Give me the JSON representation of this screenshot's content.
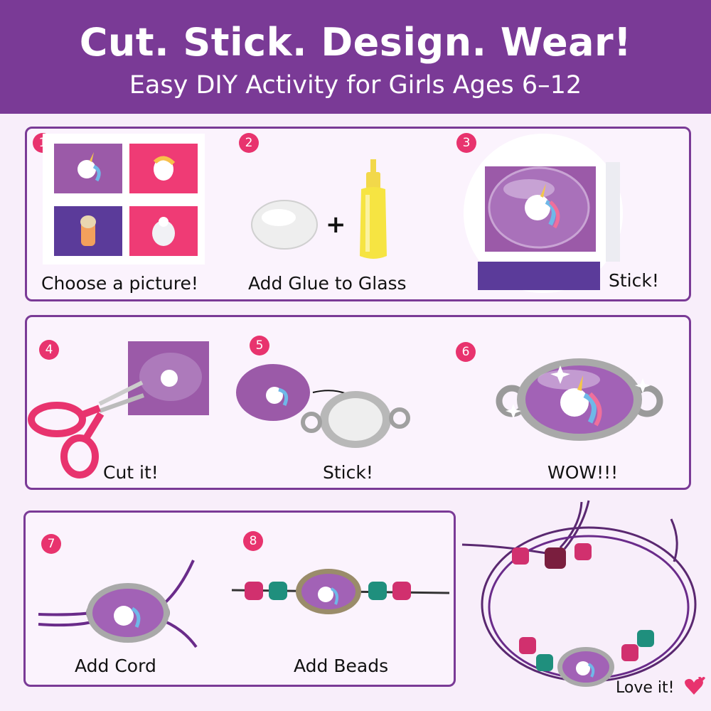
{
  "header": {
    "title": "Cut. Stick. Design. Wear!",
    "subtitle": "Easy DIY Activity for Girls Ages 6–12"
  },
  "steps": [
    {
      "number": "1",
      "label": "Choose a picture!"
    },
    {
      "number": "2",
      "label": "Add Glue to Glass"
    },
    {
      "number": "3",
      "label": "Stick!"
    },
    {
      "number": "4",
      "label": "Cut it!"
    },
    {
      "number": "5",
      "label": "Stick!"
    },
    {
      "number": "6",
      "label": "WOW!!!"
    },
    {
      "number": "7",
      "label": "Add Cord"
    },
    {
      "number": "8",
      "label": "Add Beads"
    }
  ],
  "plus_sign": "+",
  "final": {
    "label": "Love it!",
    "icon": "heart-icon"
  },
  "colors": {
    "purple": "#7a3a96",
    "pink": "#e8336e",
    "picture_purple": "#9b5aa8",
    "picture_pink": "#ef3b75",
    "picture_violet": "#5b3b9a"
  }
}
